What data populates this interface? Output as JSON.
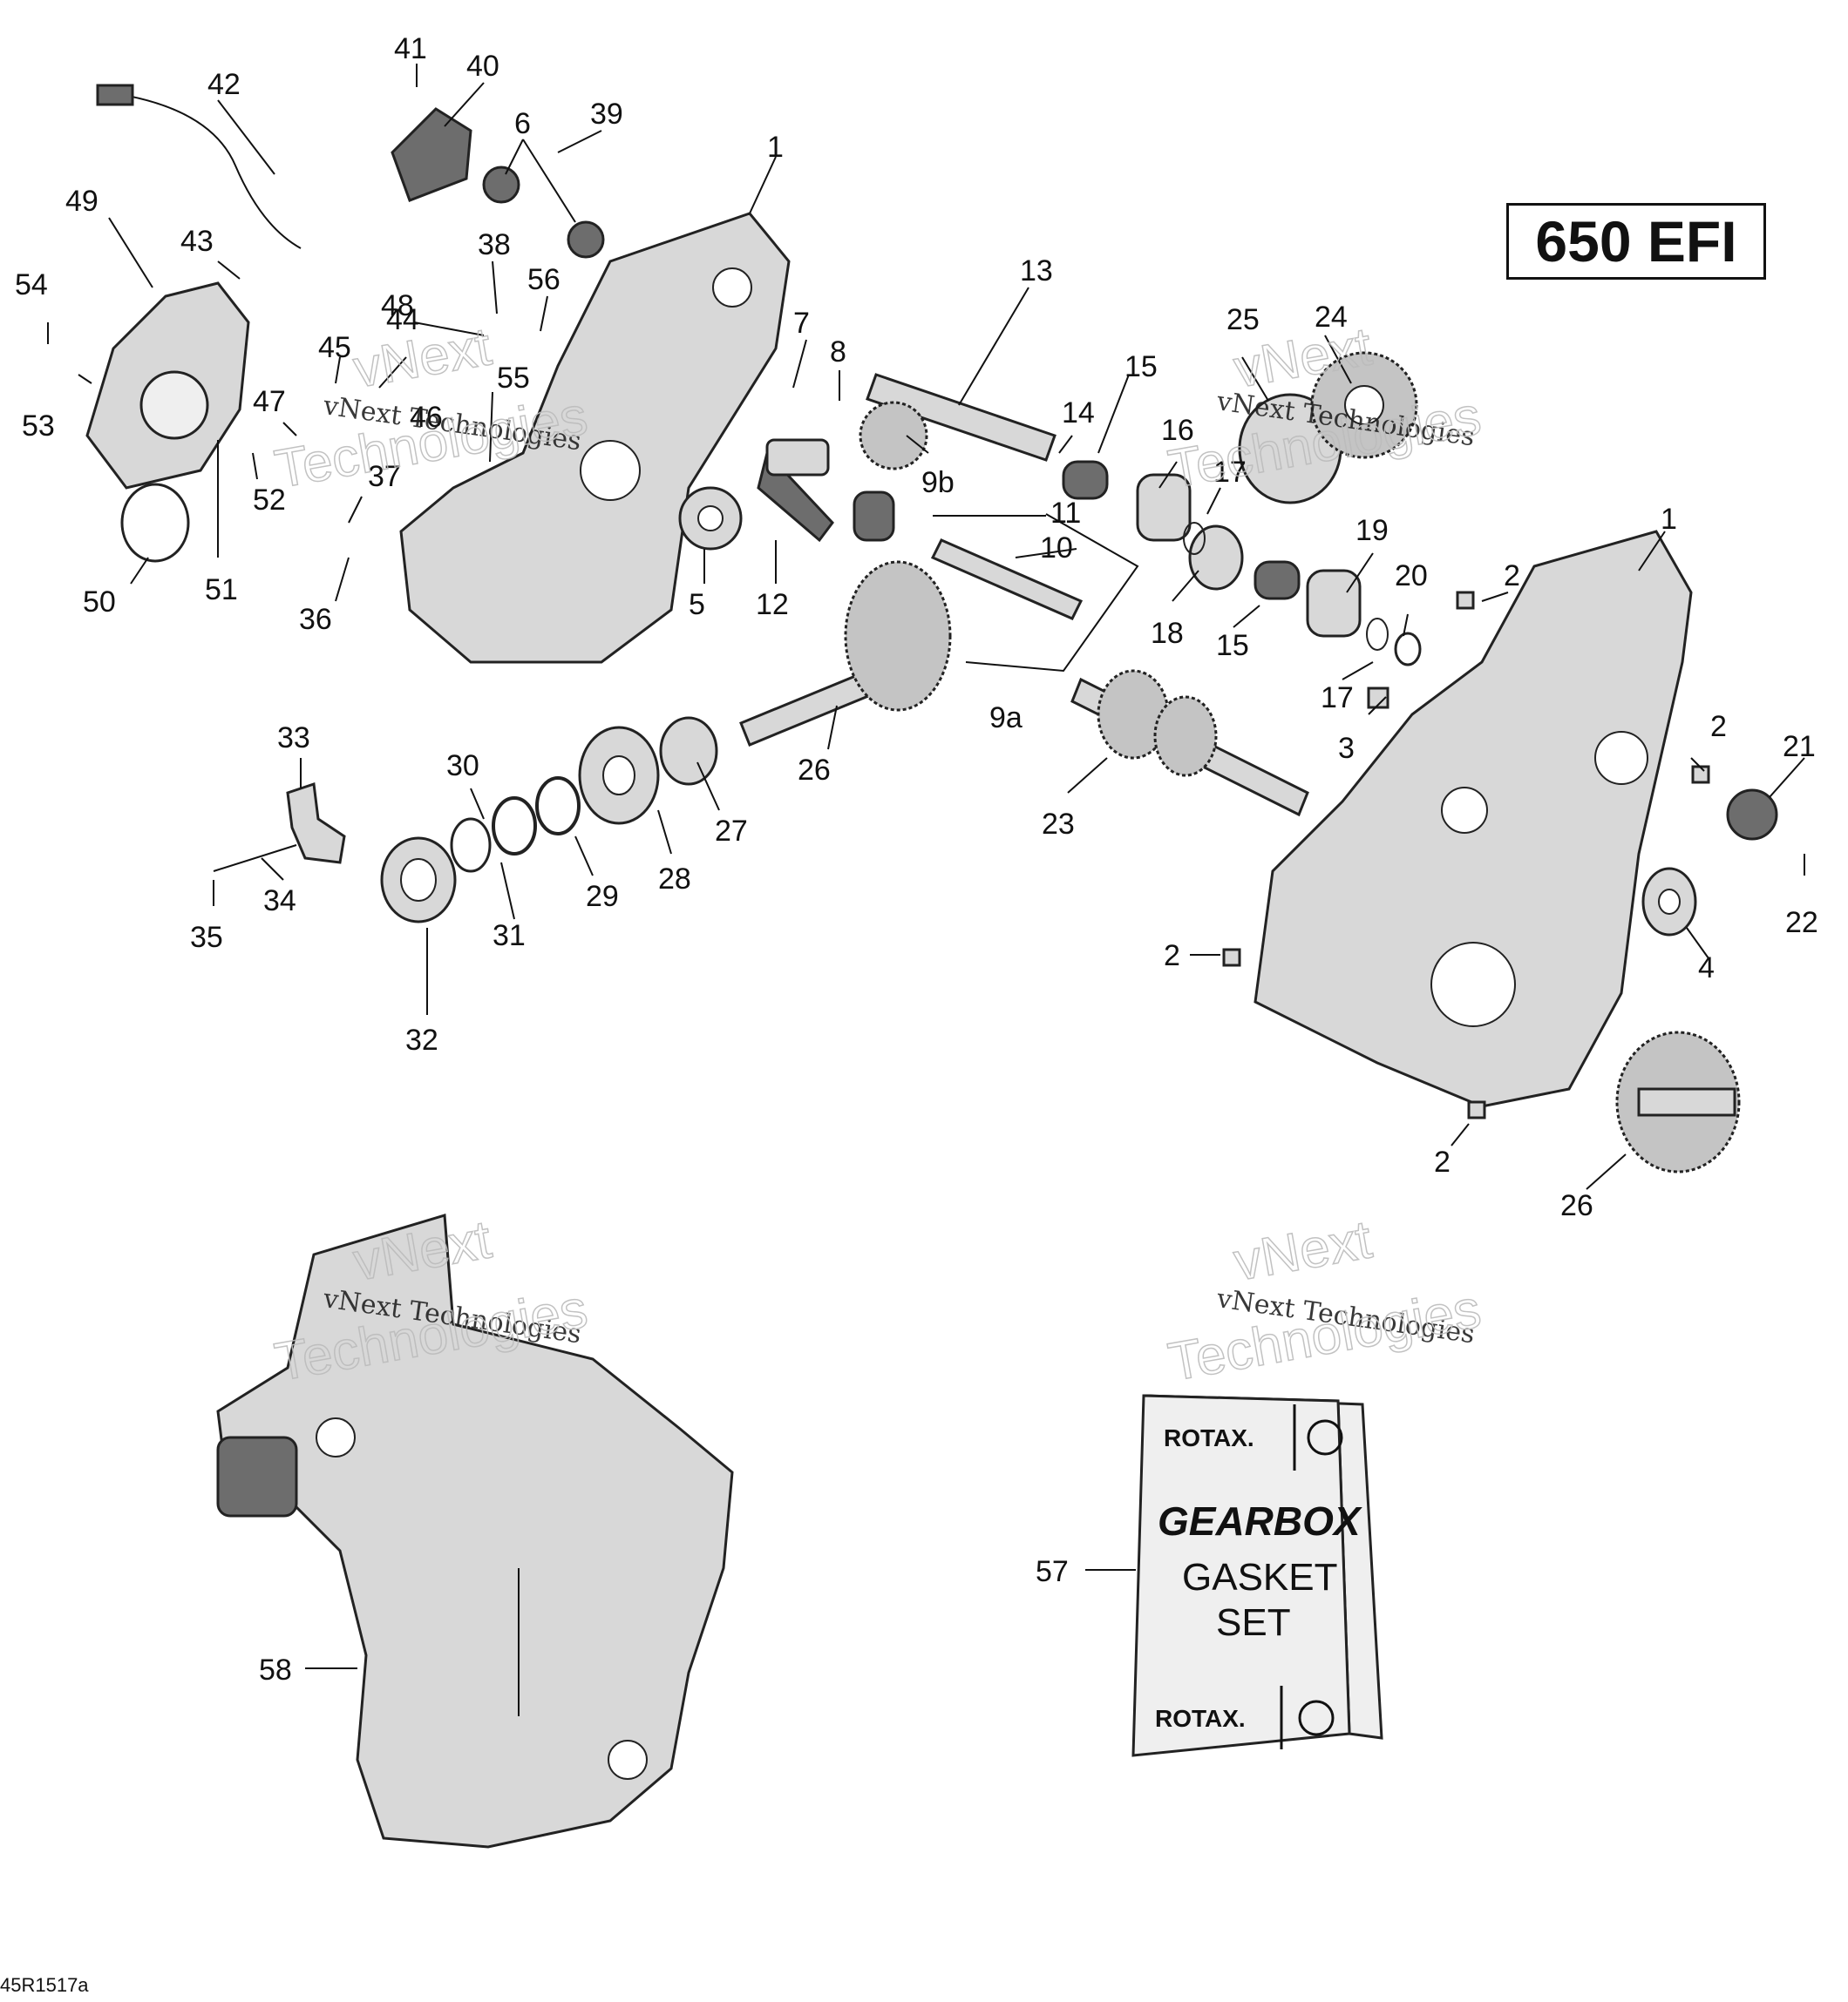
{
  "header": {
    "model_label": "650 EFI"
  },
  "figure_ref": "45R1517a",
  "watermark": {
    "small": "vNext Technologies",
    "large_1": "vNext",
    "large_2": "Technologies"
  },
  "kit": {
    "brand_top": "ROTAX.",
    "line_1": "GEARBOX",
    "line_2": "GASKET",
    "line_3": "SET",
    "brand_bottom": "ROTAX."
  },
  "callouts": [
    "41",
    "40",
    "42",
    "39",
    "6",
    "1",
    "49",
    "43",
    "38",
    "48",
    "56",
    "54",
    "45",
    "44",
    "47",
    "46",
    "55",
    "53",
    "52",
    "37",
    "50",
    "51",
    "36",
    "13",
    "7",
    "8",
    "14",
    "15",
    "9b",
    "11",
    "5",
    "12",
    "10",
    "16",
    "25",
    "24",
    "17",
    "18",
    "19",
    "15",
    "20",
    "9a",
    "26",
    "1",
    "2",
    "17",
    "3",
    "2",
    "21",
    "22",
    "23",
    "33",
    "30",
    "34",
    "35",
    "31",
    "29",
    "28",
    "27",
    "32",
    "4",
    "2",
    "2",
    "26",
    "57",
    "58"
  ]
}
